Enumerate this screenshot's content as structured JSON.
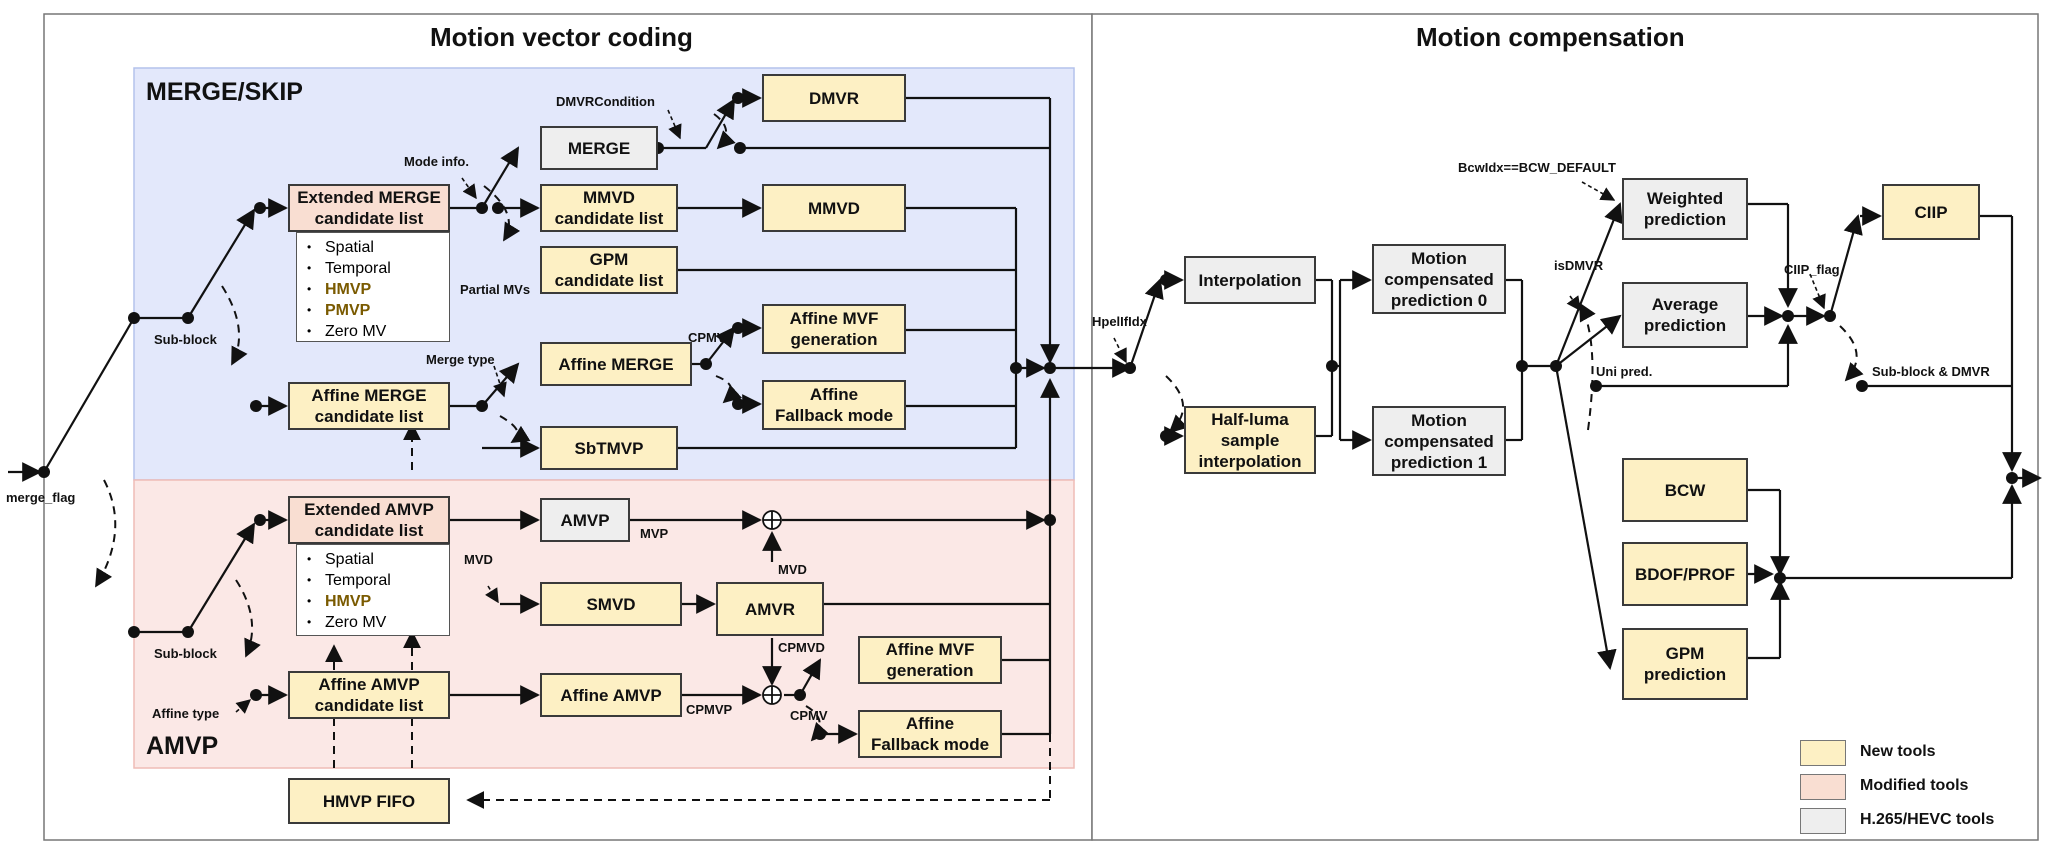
{
  "sections": {
    "mv_coding": "Motion vector coding",
    "mc": "Motion compensation"
  },
  "regions": {
    "merge_skip": "MERGE/SKIP",
    "amvp": "AMVP"
  },
  "boxes": {
    "ext_merge": [
      "Extended MERGE",
      "candidate list"
    ],
    "merge": "MERGE",
    "dmvr": "DMVR",
    "mmvd_list": [
      "MMVD",
      "candidate list"
    ],
    "mmvd": "MMVD",
    "gpm_list": [
      "GPM",
      "candidate list"
    ],
    "affine_mvf_1": [
      "Affine MVF",
      "generation"
    ],
    "affine_merge": "Affine MERGE",
    "affine_fallback_1": [
      "Affine",
      "Fallback mode"
    ],
    "affine_merge_list": [
      "Affine MERGE",
      "candidate list"
    ],
    "sbtmvp": "SbTMVP",
    "ext_amvp": [
      "Extended AMVP",
      "candidate list"
    ],
    "amvp": "AMVP",
    "smvd": "SMVD",
    "amvr": "AMVR",
    "affine_mvf_2": [
      "Affine MVF",
      "generation"
    ],
    "affine_amvp_list": [
      "Affine AMVP",
      "candidate list"
    ],
    "affine_amvp": "Affine AMVP",
    "affine_fallback_2": [
      "Affine",
      "Fallback mode"
    ],
    "hmvp_fifo": "HMVP FIFO",
    "interpolation": "Interpolation",
    "half_luma": [
      "Half-luma",
      "sample",
      "interpolation"
    ],
    "mcp0": [
      "Motion",
      "compensated",
      "prediction 0"
    ],
    "mcp1": [
      "Motion",
      "compensated",
      "prediction 1"
    ],
    "weighted": [
      "Weighted",
      "prediction"
    ],
    "average": [
      "Average",
      "prediction"
    ],
    "ciip": "CIIP",
    "bcw": "BCW",
    "bdof": "BDOF/PROF",
    "gpm_pred": [
      "GPM",
      "prediction"
    ]
  },
  "merge_candidates": [
    {
      "text": "Spatial",
      "highlight": false
    },
    {
      "text": "Temporal",
      "highlight": false
    },
    {
      "text": "HMVP",
      "highlight": true
    },
    {
      "text": "PMVP",
      "highlight": true
    },
    {
      "text": "Zero MV",
      "highlight": false
    }
  ],
  "amvp_candidates": [
    {
      "text": "Spatial",
      "highlight": false
    },
    {
      "text": "Temporal",
      "highlight": false
    },
    {
      "text": "HMVP",
      "highlight": true
    },
    {
      "text": "Zero MV",
      "highlight": false
    }
  ],
  "labels": {
    "merge_flag": "merge_flag",
    "sub_block_1": "Sub-block",
    "sub_block_2": "Sub-block",
    "mode_info": "Mode info.",
    "dmvr_condition": "DMVRCondition",
    "partial_mvs": "Partial MVs",
    "merge_type": "Merge type",
    "cpmv_1": "CPMV",
    "mvd": "MVD",
    "mvp": "MVP",
    "mvd_2": "MVD",
    "cpmvd": "CPMVD",
    "cpmvp": "CPMVP",
    "cpmv_2": "CPMV",
    "affine_type": "Affine type",
    "hpelifidx": "HpelIfIdx",
    "bcwidx": "BcwIdx==BCW_DEFAULT",
    "isdmvr": "isDMVR",
    "uni_pred": "Uni pred.",
    "ciip_flag": "CIIP_flag",
    "subblock_dmvr": "Sub-block & DMVR"
  },
  "legend": [
    {
      "label": "New tools",
      "color": "#fdf0c4"
    },
    {
      "label": "Modified tools",
      "color": "#f9ded2"
    },
    {
      "label": "H.265/HEVC tools",
      "color": "#eeeeee"
    }
  ],
  "colors": {
    "merge_region": "#e3e8fb",
    "amvp_region": "#fbe8e6",
    "new": "#fdf0c4",
    "modified": "#f9ded2",
    "hevc": "#eeeeee"
  }
}
